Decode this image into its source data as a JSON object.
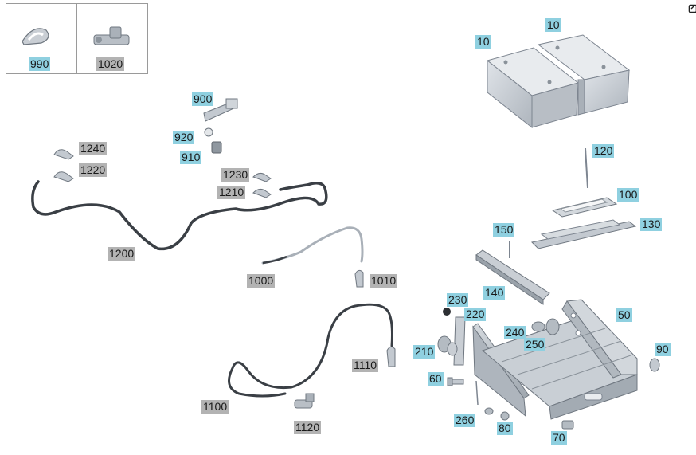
{
  "callouts": [
    {
      "label": "990",
      "color": "blue"
    },
    {
      "label": "1020",
      "color": "grey"
    },
    {
      "label": "10",
      "color": "blue"
    },
    {
      "label": "10",
      "color": "blue"
    },
    {
      "label": "900",
      "color": "blue"
    },
    {
      "label": "920",
      "color": "blue"
    },
    {
      "label": "910",
      "color": "blue"
    },
    {
      "label": "1240",
      "color": "grey"
    },
    {
      "label": "1220",
      "color": "grey"
    },
    {
      "label": "1230",
      "color": "grey"
    },
    {
      "label": "1210",
      "color": "grey"
    },
    {
      "label": "1200",
      "color": "grey"
    },
    {
      "label": "120",
      "color": "blue"
    },
    {
      "label": "100",
      "color": "blue"
    },
    {
      "label": "130",
      "color": "blue"
    },
    {
      "label": "150",
      "color": "blue"
    },
    {
      "label": "140",
      "color": "blue"
    },
    {
      "label": "1000",
      "color": "grey"
    },
    {
      "label": "1010",
      "color": "grey"
    },
    {
      "label": "230",
      "color": "blue"
    },
    {
      "label": "220",
      "color": "blue"
    },
    {
      "label": "50",
      "color": "blue"
    },
    {
      "label": "240",
      "color": "blue"
    },
    {
      "label": "250",
      "color": "blue"
    },
    {
      "label": "210",
      "color": "blue"
    },
    {
      "label": "90",
      "color": "blue"
    },
    {
      "label": "1110",
      "color": "grey"
    },
    {
      "label": "60",
      "color": "blue"
    },
    {
      "label": "1100",
      "color": "grey"
    },
    {
      "label": "260",
      "color": "blue"
    },
    {
      "label": "80",
      "color": "blue"
    },
    {
      "label": "1120",
      "color": "grey"
    },
    {
      "label": "70",
      "color": "blue"
    }
  ],
  "colors": {
    "callout_blue": "#8fd0e0",
    "callout_grey": "#b3b3b3",
    "part_fill": "#c3c9d0",
    "part_edge": "#7d8590",
    "cable": "#3a3f45"
  },
  "corner_icon": "external-link-icon"
}
